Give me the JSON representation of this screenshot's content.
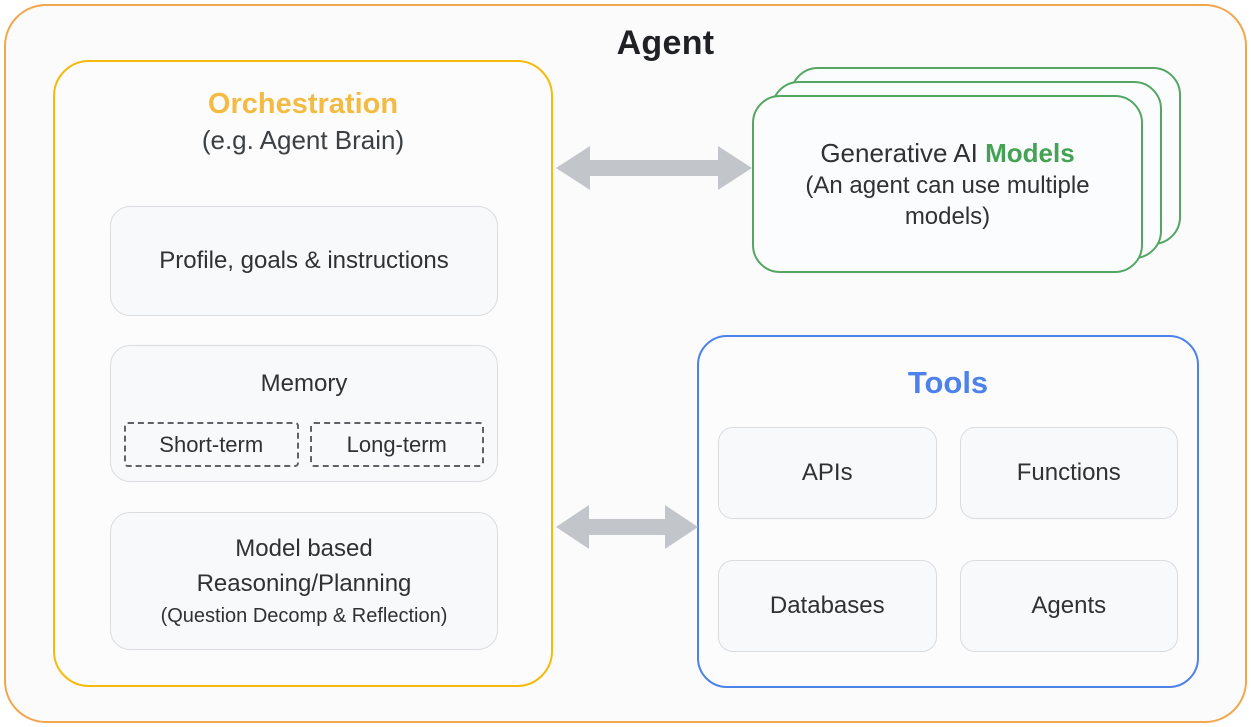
{
  "title": "Agent",
  "orchestration": {
    "title": "Orchestration",
    "subtitle": "(e.g. Agent Brain)",
    "profile_card": "Profile, goals & instructions",
    "memory": {
      "title": "Memory",
      "short_term": "Short-term",
      "long_term": "Long-term"
    },
    "reasoning": {
      "line1": "Model based",
      "line2": "Reasoning/Planning",
      "line3": "(Question Decomp & Reflection)"
    }
  },
  "models": {
    "title_prefix": "Generative AI ",
    "title_highlight": "Models",
    "subtitle": "(An agent can use multiple models)",
    "stacked_card_count": 3
  },
  "tools": {
    "title": "Tools",
    "items": [
      "APIs",
      "Functions",
      "Databases",
      "Agents"
    ]
  },
  "icons": {
    "orchestration_models_arrow": "double-headed-arrow",
    "orchestration_tools_arrow": "double-headed-arrow"
  },
  "colors": {
    "outer_border": "#F2A64D",
    "orchestration_border": "#F7BA0B",
    "orchestration_title": "#F4BB44",
    "models_border": "#55A663",
    "models_highlight": "#45A255",
    "tools_accent": "#4D82EC",
    "arrow": "#C2C6CB",
    "card_bg": "#F8F9FA",
    "card_border": "#DADCE0",
    "dashed_border": "#5F6368",
    "text_dark": "#3C4043",
    "title_color": "#1F2124",
    "outer_bg": "#FBFBFC"
  }
}
